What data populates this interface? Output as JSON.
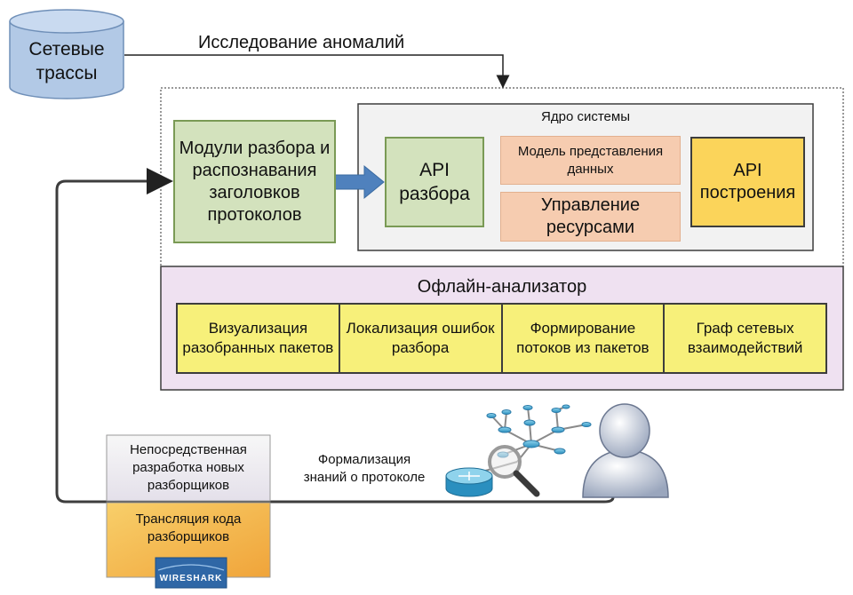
{
  "traces": {
    "label": "Сетевые трассы"
  },
  "anomaly_arrow": {
    "label": "Исследование аномалий"
  },
  "parser_modules": {
    "label": "Модули разбора и распознавания заголовков протоколов"
  },
  "core": {
    "title": "Ядро системы",
    "api_parse": "API разбора",
    "data_model": "Модель представления данных",
    "resource_mgmt": "Управление ресурсами",
    "api_build": "API построения"
  },
  "offline": {
    "title": "Офлайн-анализатор",
    "items": [
      "Визуализация разобранных пакетов",
      "Локализация ошибок разбора",
      "Формирование потоков из пакетов",
      "Граф сетевых взаимодействий"
    ]
  },
  "direct_dev": {
    "label": "Непосредственная разработка новых разборщиков"
  },
  "translation": {
    "label": "Трансляция кода разборщиков",
    "logo_text": "WIRESHARK"
  },
  "formalization": {
    "label": "Формализация знаний о протоколе"
  },
  "colors": {
    "green": "#d3e2bd",
    "orange": "#f6ccb0",
    "yellow": "#f7f07a",
    "gold": "#fbd45a",
    "lavender": "#efe1f1",
    "blue_arrow": "#4f81bd",
    "cylinder": "#b2c9e6"
  }
}
